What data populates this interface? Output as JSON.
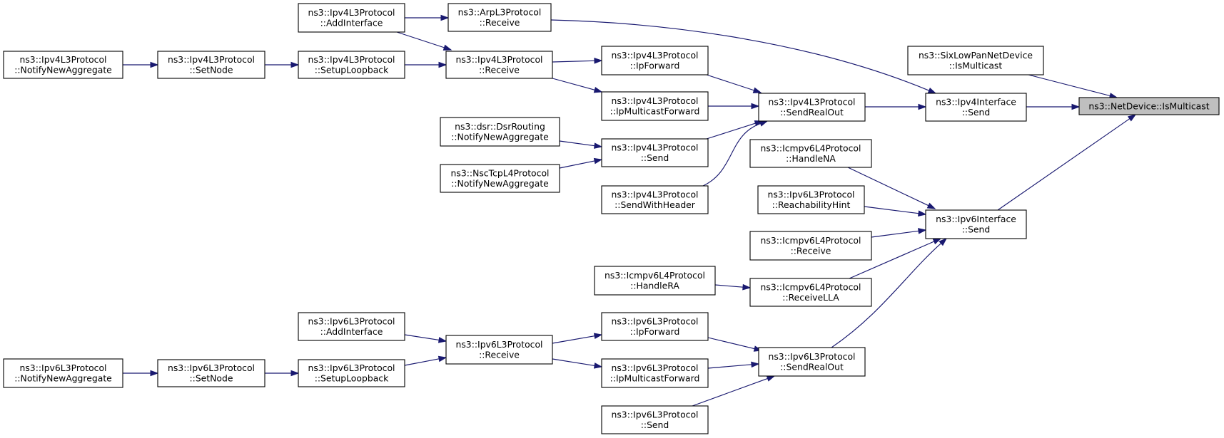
{
  "diagram": {
    "type": "doxygen-caller-graph",
    "colors": {
      "edge": "#191970",
      "root_fill": "#bfbfbf",
      "node_fill": "#ffffff",
      "node_border": "#000000"
    },
    "nodes": [
      {
        "id": "netdev",
        "lines": [
          "ns3::NetDevice::IsMulticast"
        ],
        "root": true
      },
      {
        "id": "sixlow",
        "lines": [
          "ns3::SixLowPanNetDevice",
          "::IsMulticast"
        ]
      },
      {
        "id": "ipv4if",
        "lines": [
          "ns3::Ipv4Interface",
          "::Send"
        ]
      },
      {
        "id": "ipv6if",
        "lines": [
          "ns3::Ipv6Interface",
          "::Send"
        ]
      },
      {
        "id": "v4sro",
        "lines": [
          "ns3::Ipv4L3Protocol",
          "::SendRealOut"
        ]
      },
      {
        "id": "arp",
        "lines": [
          "ns3::ArpL3Protocol",
          "::Receive"
        ]
      },
      {
        "id": "v4fwd",
        "lines": [
          "ns3::Ipv4L3Protocol",
          "::IpForward"
        ]
      },
      {
        "id": "v4mfwd",
        "lines": [
          "ns3::Ipv4L3Protocol",
          "::IpMulticastForward"
        ]
      },
      {
        "id": "v4send",
        "lines": [
          "ns3::Ipv4L3Protocol",
          "::Send"
        ]
      },
      {
        "id": "v4swh",
        "lines": [
          "ns3::Ipv4L3Protocol",
          "::SendWithHeader"
        ]
      },
      {
        "id": "v4recv",
        "lines": [
          "ns3::Ipv4L3Protocol",
          "::Receive"
        ]
      },
      {
        "id": "v4addif",
        "lines": [
          "ns3::Ipv4L3Protocol",
          "::AddInterface"
        ]
      },
      {
        "id": "v4setlb",
        "lines": [
          "ns3::Ipv4L3Protocol",
          "::SetupLoopback"
        ]
      },
      {
        "id": "v4setnode",
        "lines": [
          "ns3::Ipv4L3Protocol",
          "::SetNode"
        ]
      },
      {
        "id": "v4nna",
        "lines": [
          "ns3::Ipv4L3Protocol",
          "::NotifyNewAggregate"
        ]
      },
      {
        "id": "dsr",
        "lines": [
          "ns3::dsr::DsrRouting",
          "::NotifyNewAggregate"
        ]
      },
      {
        "id": "nsc",
        "lines": [
          "ns3::NscTcpL4Protocol",
          "::NotifyNewAggregate"
        ]
      },
      {
        "id": "icmpna",
        "lines": [
          "ns3::Icmpv6L4Protocol",
          "::HandleNA"
        ]
      },
      {
        "id": "v6reach",
        "lines": [
          "ns3::Ipv6L3Protocol",
          "::ReachabilityHint"
        ]
      },
      {
        "id": "icmprecv",
        "lines": [
          "ns3::Icmpv6L4Protocol",
          "::Receive"
        ]
      },
      {
        "id": "icmplla",
        "lines": [
          "ns3::Icmpv6L4Protocol",
          "::ReceiveLLA"
        ]
      },
      {
        "id": "icmpra",
        "lines": [
          "ns3::Icmpv6L4Protocol",
          "::HandleRA"
        ]
      },
      {
        "id": "v6sro",
        "lines": [
          "ns3::Ipv6L3Protocol",
          "::SendRealOut"
        ]
      },
      {
        "id": "v6fwd",
        "lines": [
          "ns3::Ipv6L3Protocol",
          "::IpForward"
        ]
      },
      {
        "id": "v6mfwd",
        "lines": [
          "ns3::Ipv6L3Protocol",
          "::IpMulticastForward"
        ]
      },
      {
        "id": "v6send",
        "lines": [
          "ns3::Ipv6L3Protocol",
          "::Send"
        ]
      },
      {
        "id": "v6recv",
        "lines": [
          "ns3::Ipv6L3Protocol",
          "::Receive"
        ]
      },
      {
        "id": "v6addif",
        "lines": [
          "ns3::Ipv6L3Protocol",
          "::AddInterface"
        ]
      },
      {
        "id": "v6setlb",
        "lines": [
          "ns3::Ipv6L3Protocol",
          "::SetupLoopback"
        ]
      },
      {
        "id": "v6setnode",
        "lines": [
          "ns3::Ipv6L3Protocol",
          "::SetNode"
        ]
      },
      {
        "id": "v6nna",
        "lines": [
          "ns3::Ipv6L3Protocol",
          "::NotifyNewAggregate"
        ]
      }
    ],
    "edges": [
      {
        "from": "sixlow",
        "to": "netdev"
      },
      {
        "from": "ipv4if",
        "to": "netdev"
      },
      {
        "from": "ipv6if",
        "to": "netdev"
      },
      {
        "from": "v4sro",
        "to": "ipv4if"
      },
      {
        "from": "arp",
        "to": "ipv4if"
      },
      {
        "from": "v4fwd",
        "to": "v4sro"
      },
      {
        "from": "v4mfwd",
        "to": "v4sro"
      },
      {
        "from": "v4send",
        "to": "v4sro"
      },
      {
        "from": "v4swh",
        "to": "v4sro"
      },
      {
        "from": "v4recv",
        "to": "v4fwd"
      },
      {
        "from": "v4recv",
        "to": "v4mfwd"
      },
      {
        "from": "v4addif",
        "to": "arp"
      },
      {
        "from": "v4addif",
        "to": "v4recv"
      },
      {
        "from": "v4setlb",
        "to": "v4recv"
      },
      {
        "from": "v4setnode",
        "to": "v4setlb"
      },
      {
        "from": "v4nna",
        "to": "v4setnode"
      },
      {
        "from": "dsr",
        "to": "v4send"
      },
      {
        "from": "nsc",
        "to": "v4send"
      },
      {
        "from": "icmpna",
        "to": "ipv6if"
      },
      {
        "from": "v6reach",
        "to": "ipv6if"
      },
      {
        "from": "icmprecv",
        "to": "ipv6if"
      },
      {
        "from": "icmplla",
        "to": "ipv6if"
      },
      {
        "from": "v6sro",
        "to": "ipv6if"
      },
      {
        "from": "icmpra",
        "to": "icmplla"
      },
      {
        "from": "v6fwd",
        "to": "v6sro"
      },
      {
        "from": "v6mfwd",
        "to": "v6sro"
      },
      {
        "from": "v6send",
        "to": "v6sro"
      },
      {
        "from": "v6recv",
        "to": "v6fwd"
      },
      {
        "from": "v6recv",
        "to": "v6mfwd"
      },
      {
        "from": "v6addif",
        "to": "v6recv"
      },
      {
        "from": "v6setlb",
        "to": "v6recv"
      },
      {
        "from": "v6setnode",
        "to": "v6setlb"
      },
      {
        "from": "v6nna",
        "to": "v6setnode"
      }
    ]
  }
}
